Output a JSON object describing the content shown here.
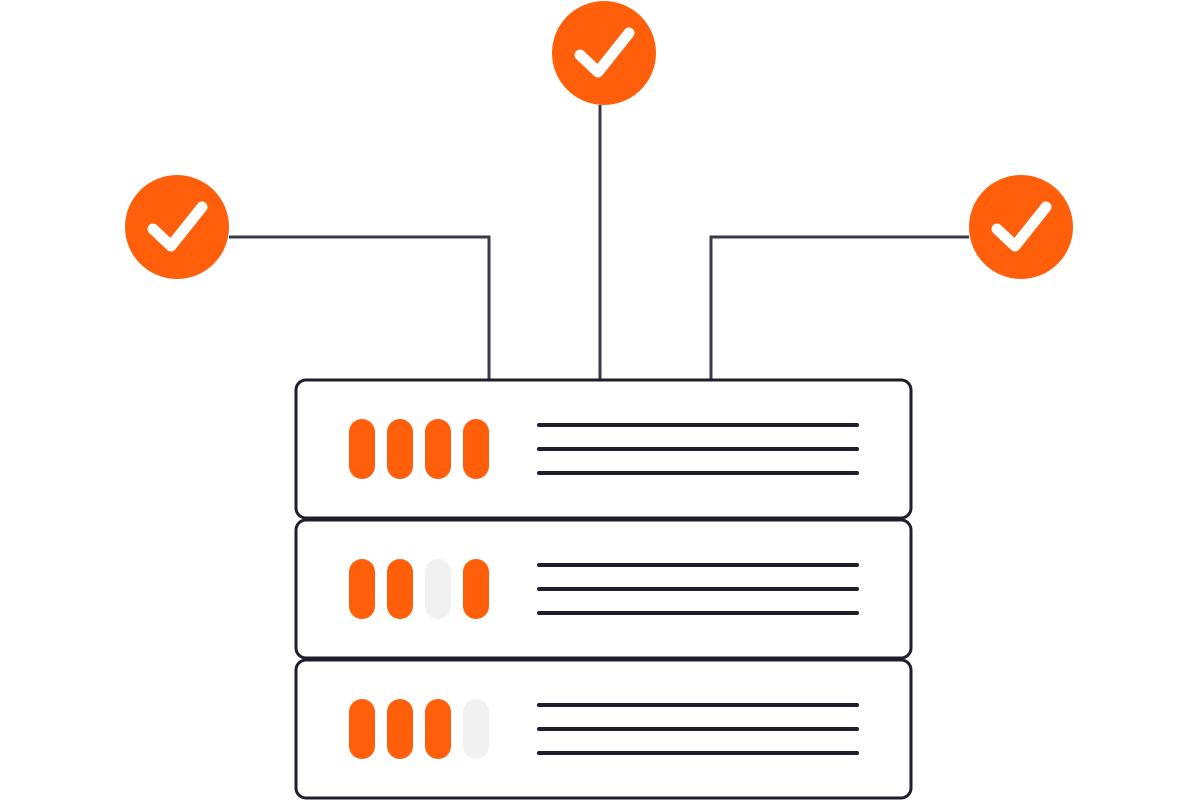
{
  "colors": {
    "accent": "#FF5F0A",
    "outline": "#1F1E2C",
    "connector": "#3B3A4B",
    "inactive_led": "#F1F1F1",
    "background": "#FFFFFF",
    "check": "#FFFFFF"
  },
  "status_checks": [
    {
      "name": "left-check",
      "icon": "checkmark-icon",
      "status": "ok"
    },
    {
      "name": "top-check",
      "icon": "checkmark-icon",
      "status": "ok"
    },
    {
      "name": "right-check",
      "icon": "checkmark-icon",
      "status": "ok"
    }
  ],
  "server_units": [
    {
      "name": "server-unit-1",
      "leds": [
        true,
        true,
        true,
        true
      ],
      "text_lines": 3
    },
    {
      "name": "server-unit-2",
      "leds": [
        true,
        true,
        false,
        true
      ],
      "text_lines": 3
    },
    {
      "name": "server-unit-3",
      "leds": [
        true,
        true,
        true,
        false
      ],
      "text_lines": 3
    }
  ]
}
